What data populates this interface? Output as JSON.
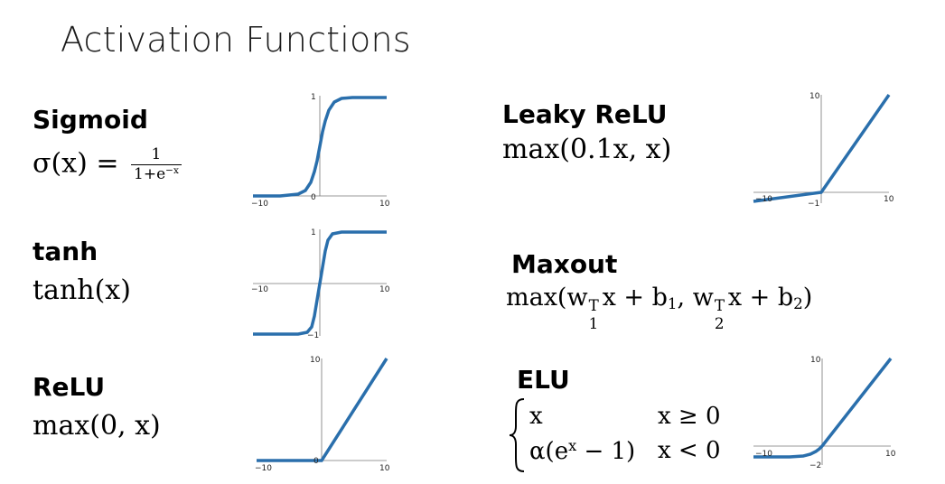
{
  "title": "Activation Functions",
  "colors": {
    "curve": "#2a6fac",
    "axis": "#777777"
  },
  "functions": {
    "sigmoid": {
      "name": "Sigmoid",
      "lhs": "σ(x) = ",
      "num": "1",
      "den": "1+e",
      "den_exp": "−x",
      "ticks": {
        "xmin": "−10",
        "xmax": "10",
        "ytop": "1",
        "yorigin": "0"
      }
    },
    "tanh": {
      "name": "tanh",
      "formula": "tanh(x)",
      "ticks": {
        "xmin": "−10",
        "xmax": "10",
        "ytop": "1",
        "ybottom": "−1"
      }
    },
    "relu": {
      "name": "ReLU",
      "formula": "max(0, x)",
      "ticks": {
        "xmin": "−10",
        "xmax": "10",
        "ytop": "10",
        "yorigin": "0"
      }
    },
    "leaky_relu": {
      "name": "Leaky ReLU",
      "formula": "max(0.1x, x)",
      "ticks": {
        "xmin": "−10",
        "xmax": "10",
        "ytop": "10",
        "ybottom": "−1"
      }
    },
    "maxout": {
      "name": "Maxout",
      "formula_parts": [
        "max(w",
        "1",
        "T",
        "x + b",
        "1",
        ", w",
        "2",
        "T",
        "x + b",
        "2",
        ")"
      ]
    },
    "elu": {
      "name": "ELU",
      "case1_value": "x",
      "case1_cond": "x ≥ 0",
      "case2_value_a": "α(e",
      "case2_value_exp": "x",
      "case2_value_b": " − 1)",
      "case2_cond": "x < 0",
      "ticks": {
        "xmin": "−10",
        "xmax": "10",
        "ytop": "10",
        "ybottom": "−2"
      }
    }
  }
}
